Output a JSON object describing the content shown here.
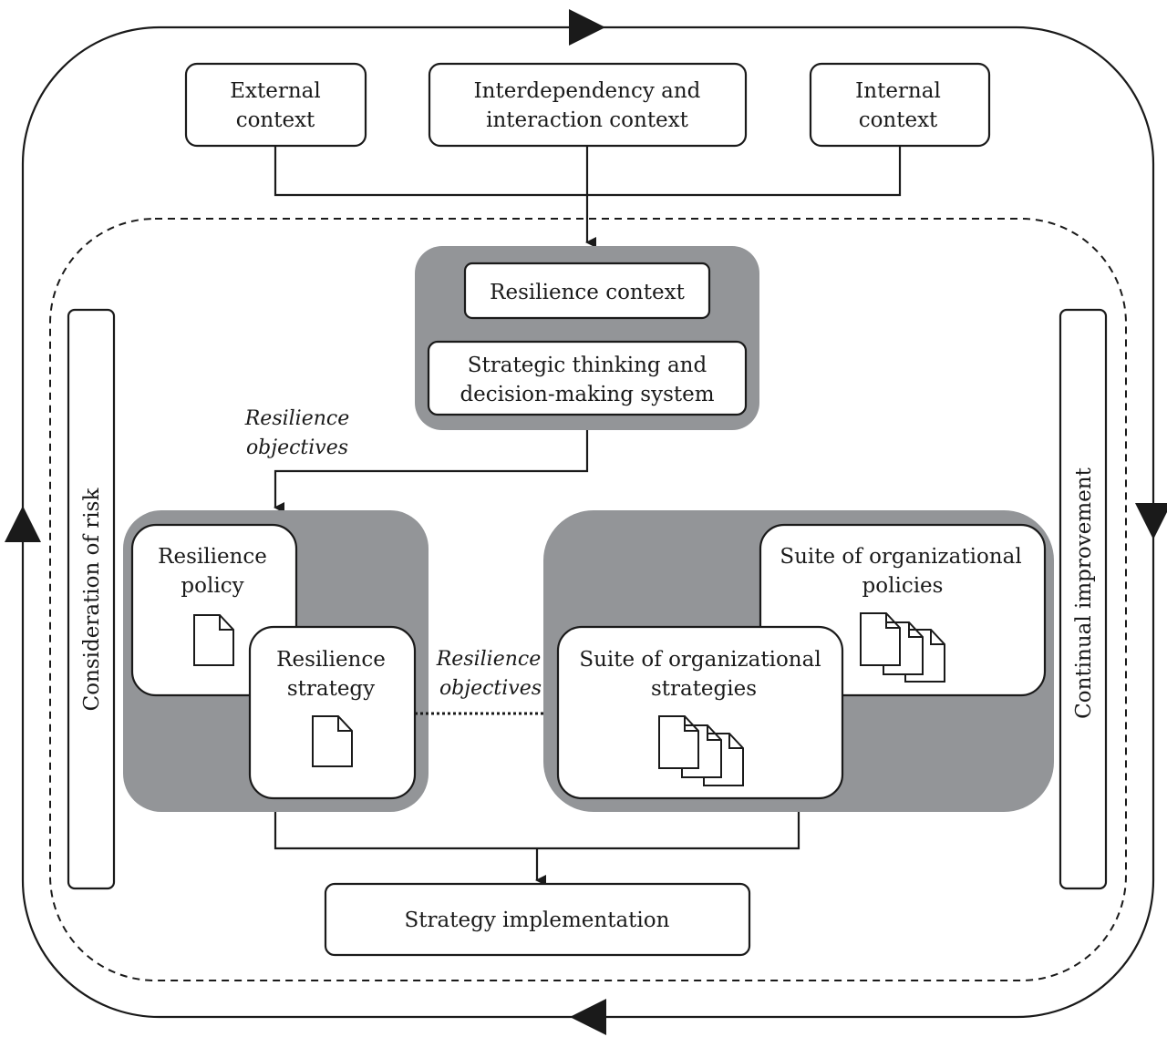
{
  "context_boxes": {
    "external": [
      "External",
      "context"
    ],
    "interdependency": [
      "Interdependency and",
      "interaction context"
    ],
    "internal": [
      "Internal",
      "context"
    ]
  },
  "core": {
    "resilience_context": "Resilience context",
    "strategic_thinking": [
      "Strategic thinking and",
      "decision-making system"
    ]
  },
  "objectives_label_top": [
    "Resilience",
    "objectives"
  ],
  "objectives_label_middle": [
    "Resilience",
    "objectives"
  ],
  "left_group": {
    "policy": [
      "Resilience",
      "policy"
    ],
    "strategy": [
      "Resilience",
      "strategy"
    ]
  },
  "right_group": {
    "policies": [
      "Suite of organizational",
      "policies"
    ],
    "strategies": [
      "Suite of organizational",
      "strategies"
    ]
  },
  "implementation": "Strategy implementation",
  "side_bars": {
    "left": "Consideration of risk",
    "right": "Continual improvement"
  },
  "colors": {
    "panel": "#939598",
    "stroke": "#1a1a1a",
    "background": "#ffffff"
  }
}
